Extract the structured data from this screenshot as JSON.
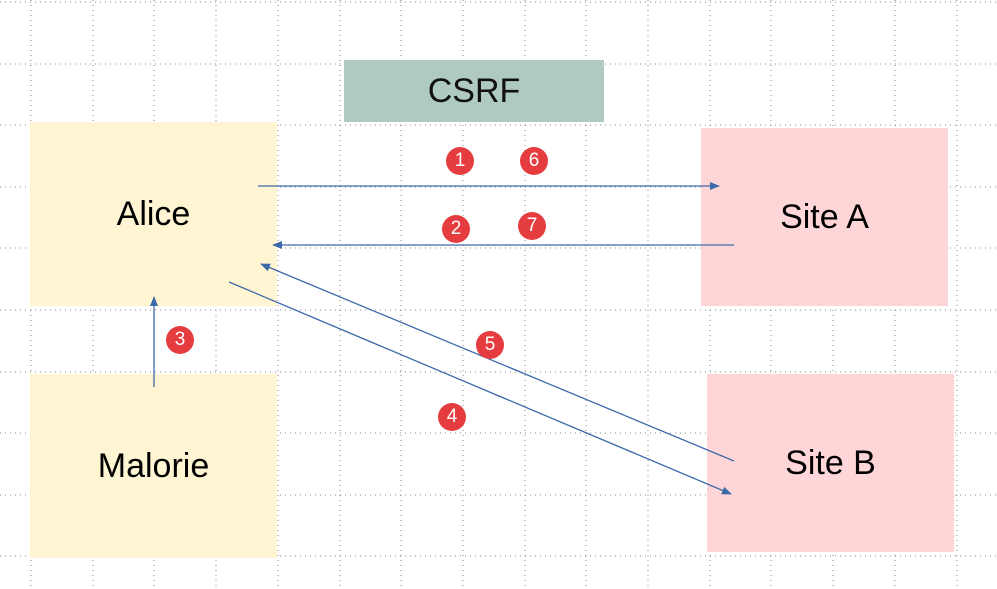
{
  "title": "CSRF",
  "nodes": {
    "alice": "Alice",
    "malorie": "Malorie",
    "site_a": "Site A",
    "site_b": "Site B"
  },
  "steps": [
    "1",
    "2",
    "3",
    "4",
    "5",
    "6",
    "7"
  ],
  "colors": {
    "user_box": "#fff5d2",
    "site_box": "#ffd6d8",
    "title_box": "#afc9c3",
    "arrow": "#3c6aa8",
    "badge": "#e53d3f"
  }
}
